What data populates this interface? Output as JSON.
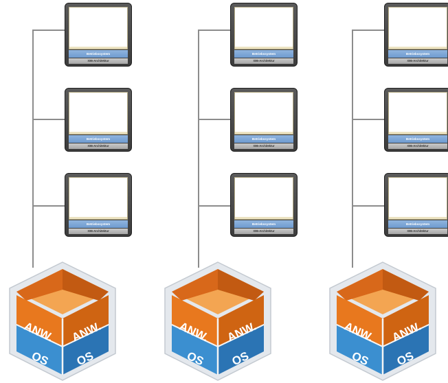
{
  "machine": {
    "os_label": "Betriebssystem",
    "arch_label": "X86-Architektur"
  },
  "cube": {
    "app_left": "ANW.",
    "app_right": "ANW.",
    "os_left": "OS",
    "os_right": "OS"
  },
  "colors": {
    "orange": "#e8781e",
    "orange_dark": "#b8520a",
    "blue": "#3b8fd0",
    "blue_dark": "#1f5f9a",
    "frame": "#dfe4ea",
    "line": "#8c8c8c"
  },
  "stacks": [
    {
      "machines": [
        1,
        2,
        3
      ]
    },
    {
      "machines": [
        1,
        2,
        3
      ]
    },
    {
      "machines": [
        1,
        2,
        3
      ]
    }
  ]
}
